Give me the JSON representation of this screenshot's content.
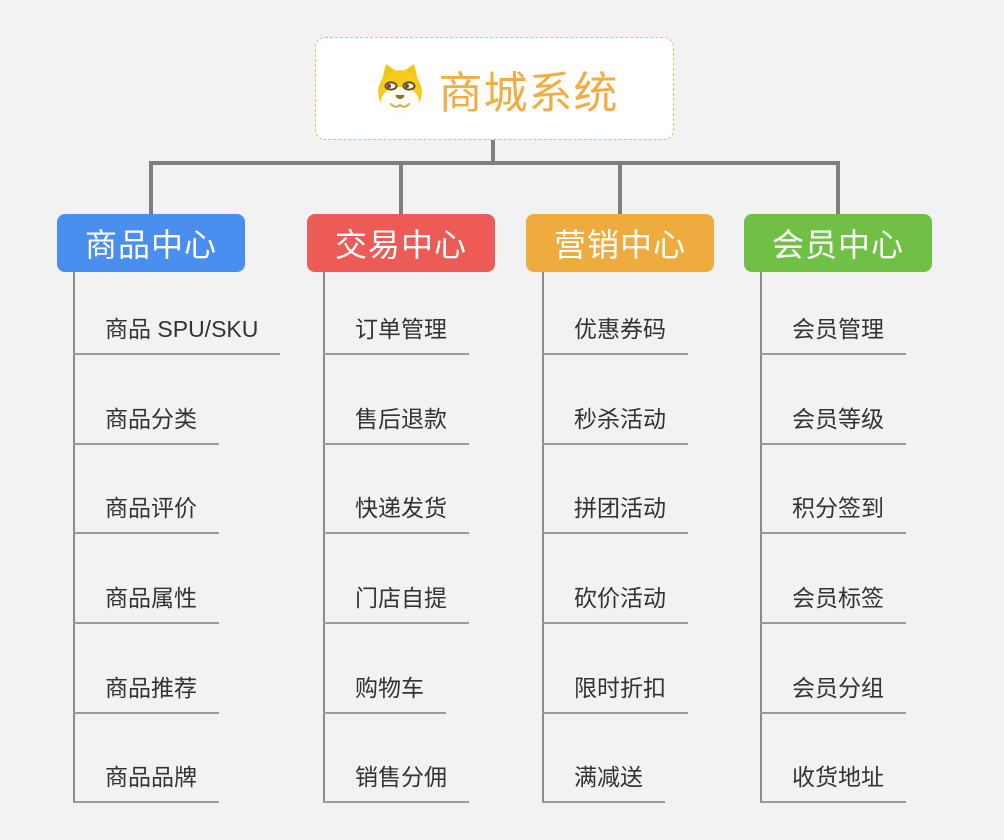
{
  "root": {
    "title": "商城系统",
    "icon": "dog-face-icon"
  },
  "branches": [
    {
      "label": "商品中心",
      "color": "#4a8ff0",
      "children": [
        "商品 SPU/SKU",
        "商品分类",
        "商品评价",
        "商品属性",
        "商品推荐",
        "商品品牌"
      ]
    },
    {
      "label": "交易中心",
      "color": "#ec5b56",
      "children": [
        "订单管理",
        "售后退款",
        "快递发货",
        "门店自提",
        "购物车",
        "销售分佣"
      ]
    },
    {
      "label": "营销中心",
      "color": "#eeac3e",
      "children": [
        "优惠券码",
        "秒杀活动",
        "拼团活动",
        "砍价活动",
        "限时折扣",
        "满减送"
      ]
    },
    {
      "label": "会员中心",
      "color": "#70c046",
      "children": [
        "会员管理",
        "会员等级",
        "积分签到",
        "会员标签",
        "会员分组",
        "收货地址"
      ]
    }
  ],
  "colors": {
    "background": "#f2f2f2",
    "connector": "#7f7f7f",
    "trunk": "#8a8a8a",
    "underline": "#9b9b9b",
    "root_title": "#f2ad42",
    "root_border": "#f2b763",
    "child_text": "#333333"
  }
}
